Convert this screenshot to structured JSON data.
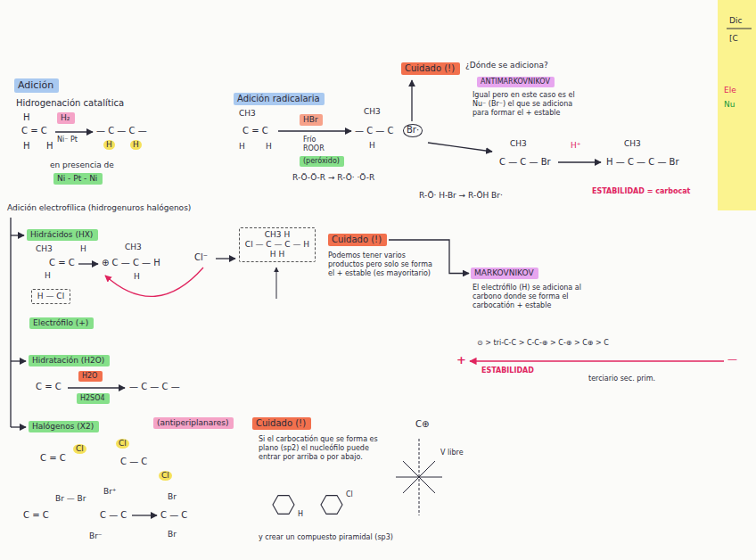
{
  "diagram": {
    "nodes": [
      {
        "text": [
          "Adición"
        ]
      },
      {
        "text": [
          "H₂"
        ]
      },
      {
        "text": [
          "Ni - Pt - Ni"
        ]
      },
      {
        "text": [
          "Adición radicalaria"
        ]
      },
      {
        "text": [
          "HBr"
        ]
      },
      {
        "text": [
          "(peróxido)"
        ]
      },
      {
        "text": [
          "Cuidado (!)"
        ]
      },
      {
        "text": [
          "ANTIMARKOVNIKOV"
        ]
      },
      {
        "text": [
          "Hidrácidos (HX)"
        ]
      },
      {
        "text": [
          "CH3 H",
          "Cl — C — C — H",
          "H H"
        ]
      },
      {
        "text": [
          "Cuidado (!)"
        ]
      },
      {
        "text": [
          "MARKOVNIKOV"
        ]
      },
      {
        "text": [
          "H — Cl"
        ]
      },
      {
        "text": [
          "Electrófilo (+)"
        ]
      },
      {
        "text": [
          "Hidratación (H2O)"
        ]
      },
      {
        "text": [
          "H2O"
        ]
      },
      {
        "text": [
          "H2SO4"
        ]
      },
      {
        "text": [
          "Halógenos (X2)"
        ]
      },
      {
        "text": [
          "(antiperiplanares)"
        ]
      },
      {
        "text": [
          "Cuidado (!)"
        ]
      }
    ],
    "edges": [
      {
        "from": 10,
        "to": 11,
        "arrow": "to"
      }
    ],
    "labels": [
      "Hidrogenación catalítica",
      "H",
      "C = C",
      "H",
      "H",
      "Ni⁻ Pt",
      "— C — C —",
      "H",
      "H",
      "en presencia de",
      "CH3",
      "C = C",
      "H",
      "H",
      "Frío",
      "ROOR",
      "CH3",
      "— C — C",
      "Br·",
      "H",
      "R-Ö-Ö-R → R-Ö· ·Ö-R",
      "R-Ö· H-Br → R-ÖH Br·",
      "CH3",
      "C — C — Br",
      "H⁺",
      "CH3",
      "H — C — C — Br",
      "¿Dónde se adiciona?",
      "Igual pero en este caso es el Nu⁻ (Br⁻) el que se adiciona para formar el + estable",
      "ESTABILIDAD = carbocat",
      "Dic",
      "[C",
      "Ele",
      "Nu",
      "Adición electrofílica (hidrogenuros halógenos)",
      "CH3",
      "C = C",
      "H",
      "H",
      "⊕ C — C — H",
      "CH3",
      "H",
      "Cl⁻",
      "Podemos tener varios productos pero solo se forma el + estable (es mayoritario)",
      "El electrófilo (H) se adiciona al carbono donde se forma el carbocatión + estable",
      "⊙ > tri-C-C > C-C-⊕ > C-⊕ > C⊕ > C",
      "+",
      "ESTABILIDAD",
      "—",
      "terciario sec. prim.",
      "C = C",
      "— C — C —",
      "C = C",
      "Cl",
      "Cl",
      "C — C",
      "Cl",
      "C = C",
      "Br — Br",
      "Br⁺",
      "C — C",
      "Br⁻",
      "Br",
      "C — C",
      "Br",
      "Si el carbocatión que se forma es plano (sp2) el nucleófilo puede entrar por arriba o por abajo.",
      "H",
      "Cl",
      "y crear un compuesto piramidal (sp3)",
      "C⊕",
      "V libre"
    ]
  }
}
